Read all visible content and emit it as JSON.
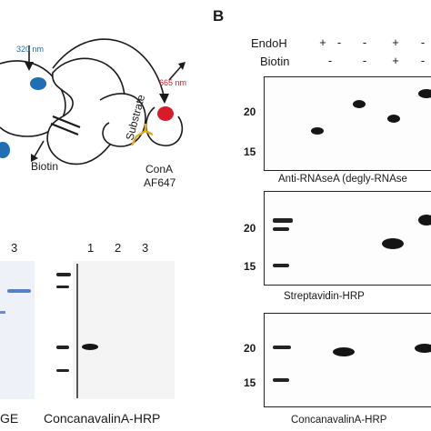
{
  "panel_b_label": "B",
  "schematic": {
    "wavelength_in": "320 nm",
    "wavelength_out": "665 nm",
    "substrate_label": "Substrate",
    "biotin_label": "Biotin",
    "cona_label_1": "ConA",
    "cona_label_2": "AF647",
    "color_blue": "#1f6fb2",
    "color_red": "#d81b2a",
    "color_yellow": "#e0a92a"
  },
  "gel_left": {
    "lane_3": "3",
    "caption": "GE"
  },
  "blot_cona_left": {
    "lanes": [
      "1",
      "2",
      "3"
    ],
    "caption": "ConcanavalinA-HRP"
  },
  "panel_b": {
    "row_labels": [
      "EndoH",
      "Biotin"
    ],
    "endoh_signs": [
      "+",
      "-",
      "-",
      "+",
      "-"
    ],
    "biotin_signs": [
      "-",
      "-",
      "+",
      "-"
    ],
    "blots": [
      {
        "marker_top": "20",
        "marker_bottom": "15",
        "caption": "Anti-RNAseA (degly-RNAse"
      },
      {
        "marker_top": "20",
        "marker_bottom": "15",
        "caption": "Streptavidin-HRP"
      },
      {
        "marker_top": "20",
        "marker_bottom": "15",
        "caption": "ConcanavalinA-HRP"
      }
    ]
  }
}
